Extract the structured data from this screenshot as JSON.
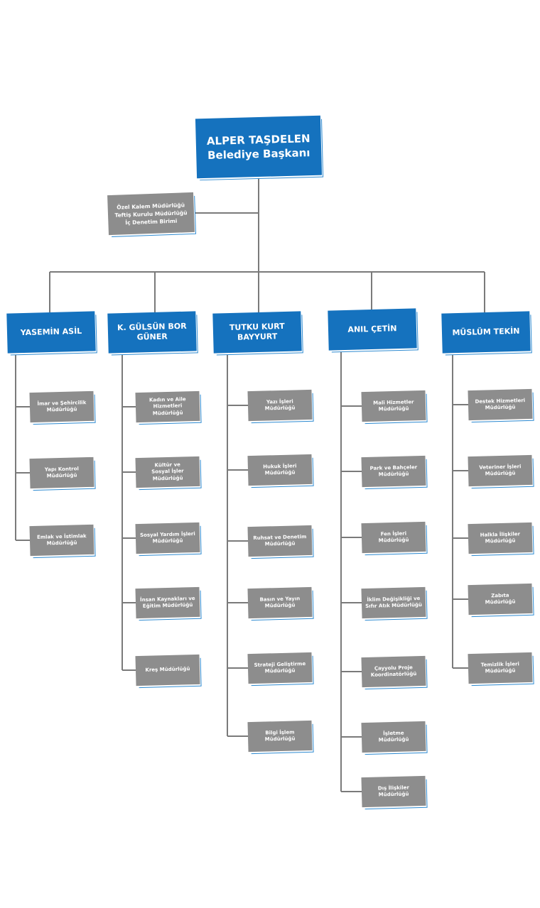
{
  "mayor": {
    "name": "ALPER TAŞDELEN",
    "title": "Belediye Başkanı"
  },
  "staff_units": [
    "Özel Kalem Müdürlüğü",
    "Teftiş Kurulu Müdürlüğü",
    "İç Denetim Birimi"
  ],
  "colors": {
    "head": "#1572be",
    "unit": "#8d8d8d",
    "line": "#7a7a7a",
    "accent": "#2f8bd1"
  },
  "deputies": [
    {
      "name": "YASEMİN ASİL",
      "units": [
        [
          "İmar ve Şehircilik",
          "Müdürlüğü"
        ],
        [
          "Yapı Kontrol",
          "Müdürlüğü"
        ],
        [
          "Emlak ve İstimlak",
          "Müdürlüğü"
        ]
      ]
    },
    {
      "name": "K. GÜLSÜN BOR GÜNER",
      "units": [
        [
          "Kadın ve Aile",
          "Hizmetleri",
          "Müdürlüğü"
        ],
        [
          "Kültür ve",
          "Sosyal İşler",
          "Müdürlüğü"
        ],
        [
          "Sosyal Yardım İşleri",
          "Müdürlüğü"
        ],
        [
          "İnsan Kaynakları ve",
          "Eğitim Müdürlüğü"
        ],
        [
          "Kreş Müdürlüğü"
        ]
      ]
    },
    {
      "name": "TUTKU KURT BAYYURT",
      "units": [
        [
          "Yazı İşleri",
          "Müdürlüğü"
        ],
        [
          "Hukuk İşleri",
          "Müdürlüğü"
        ],
        [
          "Ruhsat ve Denetim",
          "Müdürlüğü"
        ],
        [
          "Basın ve Yayın",
          "Müdürlüğü"
        ],
        [
          "Strateji Geliştirme",
          "Müdürlüğü"
        ],
        [
          "Bilgi İşlem",
          "Müdürlüğü"
        ]
      ]
    },
    {
      "name": "ANIL ÇETİN",
      "units": [
        [
          "Mali Hizmetler",
          "Müdürlüğü"
        ],
        [
          "Park ve Bahçeler",
          "Müdürlüğü"
        ],
        [
          "Fen İşleri",
          "Müdürlüğü"
        ],
        [
          "İklim Değişikliği ve",
          "Sıfır Atık Müdürlüğü"
        ],
        [
          "Çayyolu Proje",
          "Koordinatörlüğü"
        ],
        [
          "İşletme",
          "Müdürlüğü"
        ],
        [
          "Dış İlişkiler",
          "Müdürlüğü"
        ]
      ]
    },
    {
      "name": "MÜSLÜM TEKİN",
      "units": [
        [
          "Destek Hizmetleri",
          "Müdürlüğü"
        ],
        [
          "Veteriner İşleri",
          "Müdürlüğü"
        ],
        [
          "Halkla İlişkiler",
          "Müdürlüğü"
        ],
        [
          "Zabıta",
          "Müdürlüğü"
        ],
        [
          "Temizlik İşleri",
          "Müdürlüğü"
        ]
      ]
    }
  ]
}
